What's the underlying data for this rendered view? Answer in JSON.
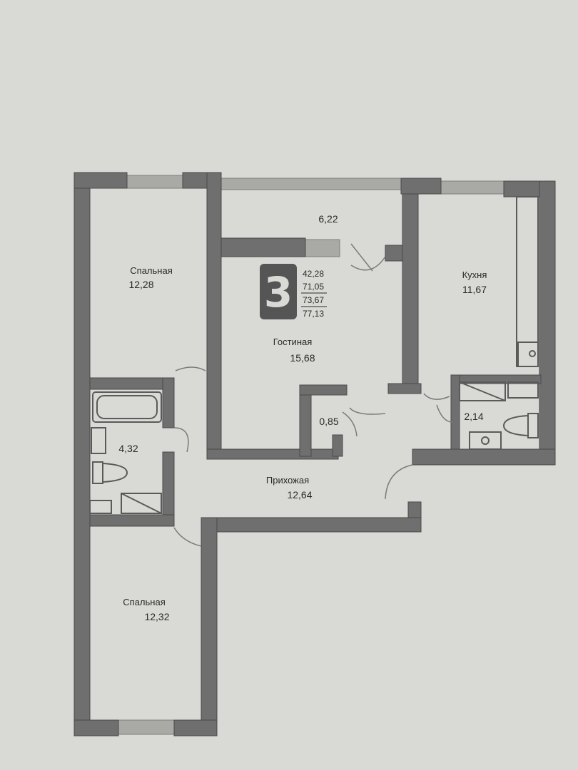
{
  "colors": {
    "paper": "#d9d9d6",
    "wall": "#6f6f6f",
    "wall_edge": "#4a4a4a",
    "window": "#a9a9a6",
    "fixture": "#5a5a5a",
    "badge": "#555555"
  },
  "rooms": {
    "bedroom_top": {
      "label": "Спальная",
      "area": "12,28"
    },
    "balcony": {
      "label": "",
      "area": "6,22"
    },
    "living": {
      "label": "Гостиная",
      "area": "15,68"
    },
    "kitchen": {
      "label": "Кухня",
      "area": "11,67"
    },
    "bathroom": {
      "label": "",
      "area": "4,32"
    },
    "closet": {
      "label": "",
      "area": "0,85"
    },
    "wc": {
      "label": "",
      "area": "2,14"
    },
    "hall": {
      "label": "Прихожая",
      "area": "12,64"
    },
    "bedroom_bottom": {
      "label": "Спальная",
      "area": "12,32"
    }
  },
  "summary": {
    "rooms_count": "3",
    "living_area": "42,28",
    "total_area": "71,05",
    "area_with_balcony": "73,67",
    "area_with_balcony_full": "77,13"
  }
}
